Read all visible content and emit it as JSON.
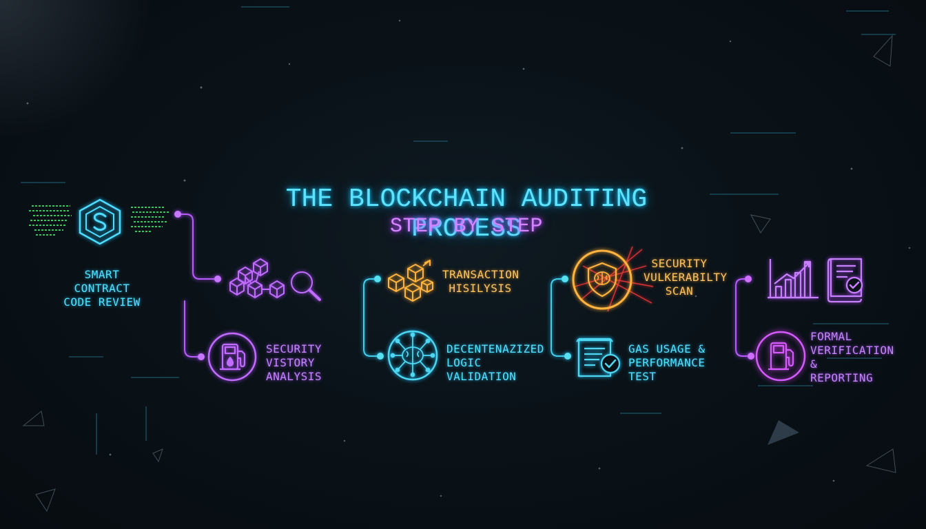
{
  "title": "THE BLOCKCHAIN AUDITING PROCESS",
  "subtitle": "STEP BY STEP",
  "steps": [
    {
      "label_lines": [
        "SMART CONTRACT",
        "CODE REVIEW"
      ],
      "icon": "hexagon-s-icon"
    },
    {
      "label_lines": [
        "",
        ""
      ],
      "icon": "blockchain-magnifier-icon"
    },
    {
      "label_lines": [
        "SECURITY",
        "VISTORY ANALYSIS"
      ],
      "icon": "fuel-pump-icon"
    },
    {
      "label_lines": [
        "TRANSACTION",
        "HISILYSIS"
      ],
      "icon": "cubes-icon"
    },
    {
      "label_lines": [
        "DECENTENAZIZED",
        "LOGIC VALIDATION"
      ],
      "icon": "brain-network-icon"
    },
    {
      "label_lines": [
        "SECURITY",
        "VULKERABILTY",
        "SCAN"
      ],
      "icon": "shield-brain-icon"
    },
    {
      "label_lines": [
        "GAS USAGE &",
        "PERFORMANCE TEST"
      ],
      "icon": "document-check-icon"
    },
    {
      "label_lines": [
        "",
        ""
      ],
      "icon": "chart-report-icon"
    },
    {
      "label_lines": [
        "FORMAL",
        "VERIFICATION",
        "& REPORTING"
      ],
      "icon": "fuel-pump-icon"
    }
  ],
  "colors": {
    "cyan": "#52e2ff",
    "purple": "#c684ff",
    "gold": "#ffc463",
    "magenta": "#e060ff",
    "green": "#3fe86a",
    "background": "#0a1218"
  }
}
